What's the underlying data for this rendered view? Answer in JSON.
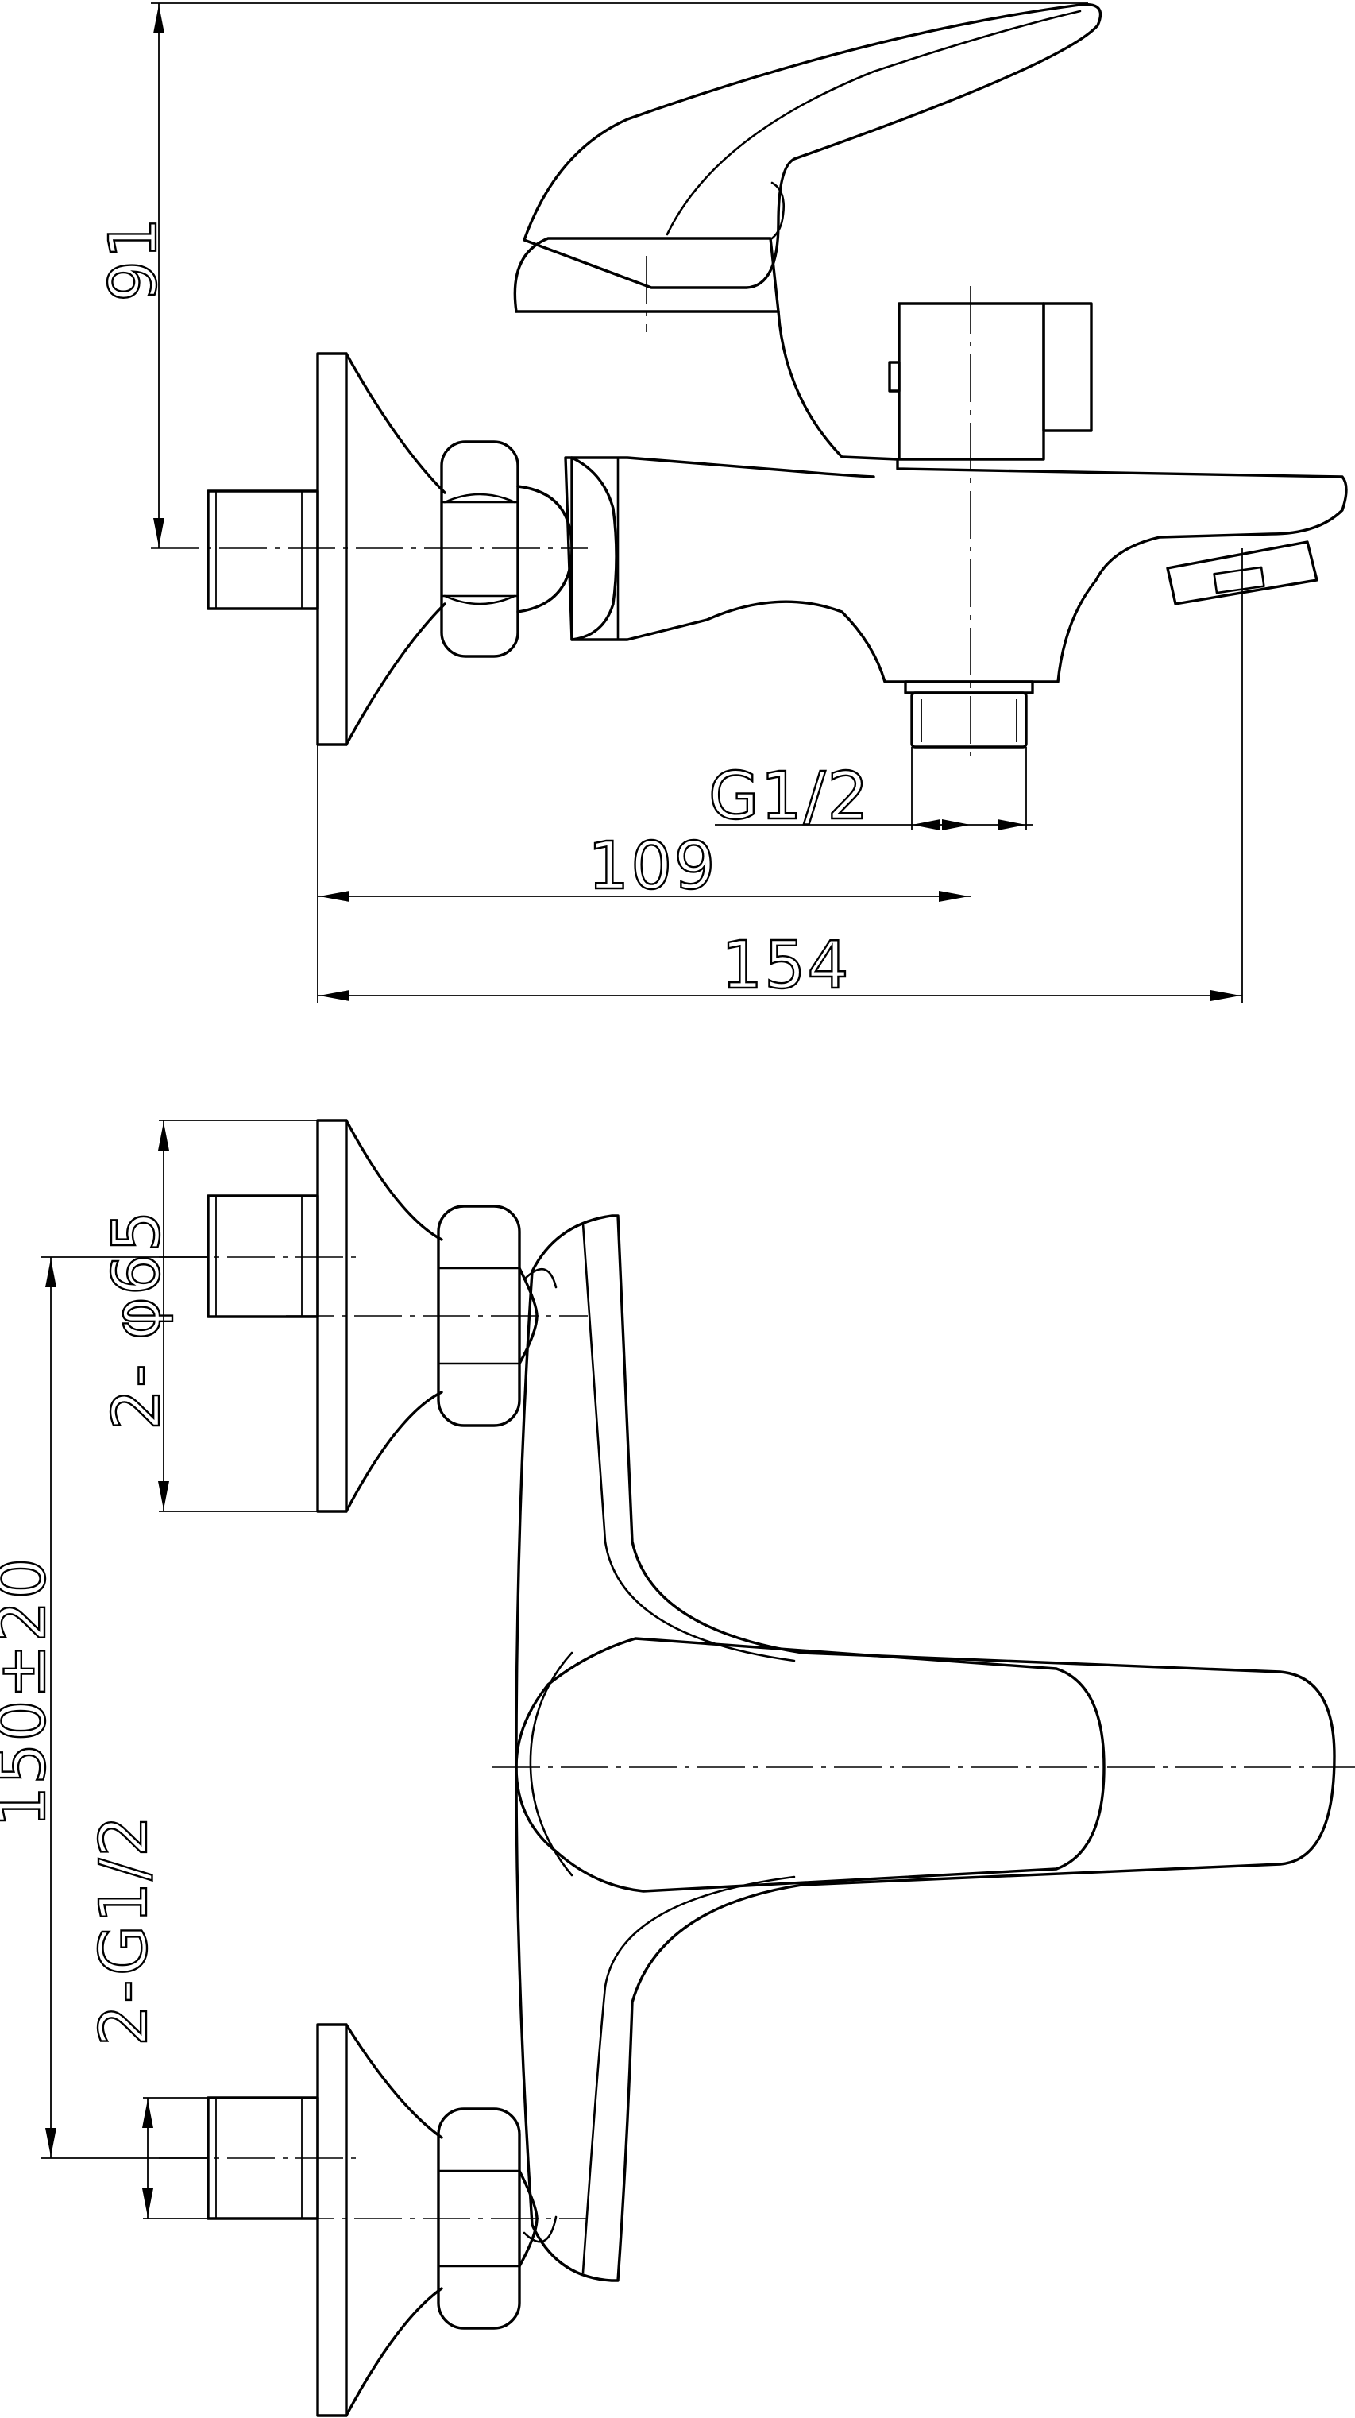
{
  "views": {
    "side": {
      "dims": {
        "height": "91",
        "thread": "G1/2",
        "outlet_offset": "109",
        "overall_length": "154"
      }
    },
    "top": {
      "dims": {
        "escutcheon": "2- φ65",
        "centers": "150±20",
        "connections": "2-G1/2"
      }
    }
  }
}
